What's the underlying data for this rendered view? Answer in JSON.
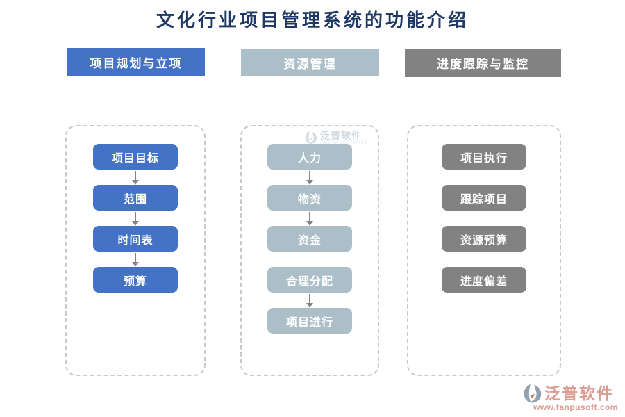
{
  "title": "文化行业项目管理系统的功能介绍",
  "columns": [
    {
      "id": "planning",
      "header": "项目规划与立项",
      "color": "#4472C4",
      "items": [
        {
          "label": "项目目标",
          "arrow_after": true
        },
        {
          "label": "范围",
          "arrow_after": true
        },
        {
          "label": "时间表",
          "arrow_after": true
        },
        {
          "label": "预算",
          "arrow_after": false
        }
      ]
    },
    {
      "id": "resources",
      "header": "资源管理",
      "color": "#ACBFC8",
      "items": [
        {
          "label": "人力",
          "arrow_after": true
        },
        {
          "label": "物资",
          "arrow_after": true
        },
        {
          "label": "资金",
          "arrow_after": false
        },
        {
          "label": "合理分配",
          "arrow_after": true
        },
        {
          "label": "项目进行",
          "arrow_after": false
        }
      ]
    },
    {
      "id": "tracking",
      "header": "进度跟踪与监控",
      "color": "#828282",
      "items": [
        {
          "label": "项目执行",
          "arrow_after": false
        },
        {
          "label": "跟踪项目",
          "arrow_after": false
        },
        {
          "label": "资源预算",
          "arrow_after": false
        },
        {
          "label": "进度偏差",
          "arrow_after": false
        }
      ]
    }
  ],
  "watermark": {
    "brand": "泛普软件",
    "sub": "FANPU SOFTWARE"
  },
  "footer": {
    "brand": "泛普软件",
    "url": "www.fanpusoft.com"
  },
  "colors": {
    "title": "#1F3864",
    "arrow": "#848484",
    "panel_border": "#C9C9C9",
    "planning": "#4472C4",
    "resources": "#ACBFC8",
    "tracking": "#828282",
    "brand_salmon": "#DD9C92"
  }
}
